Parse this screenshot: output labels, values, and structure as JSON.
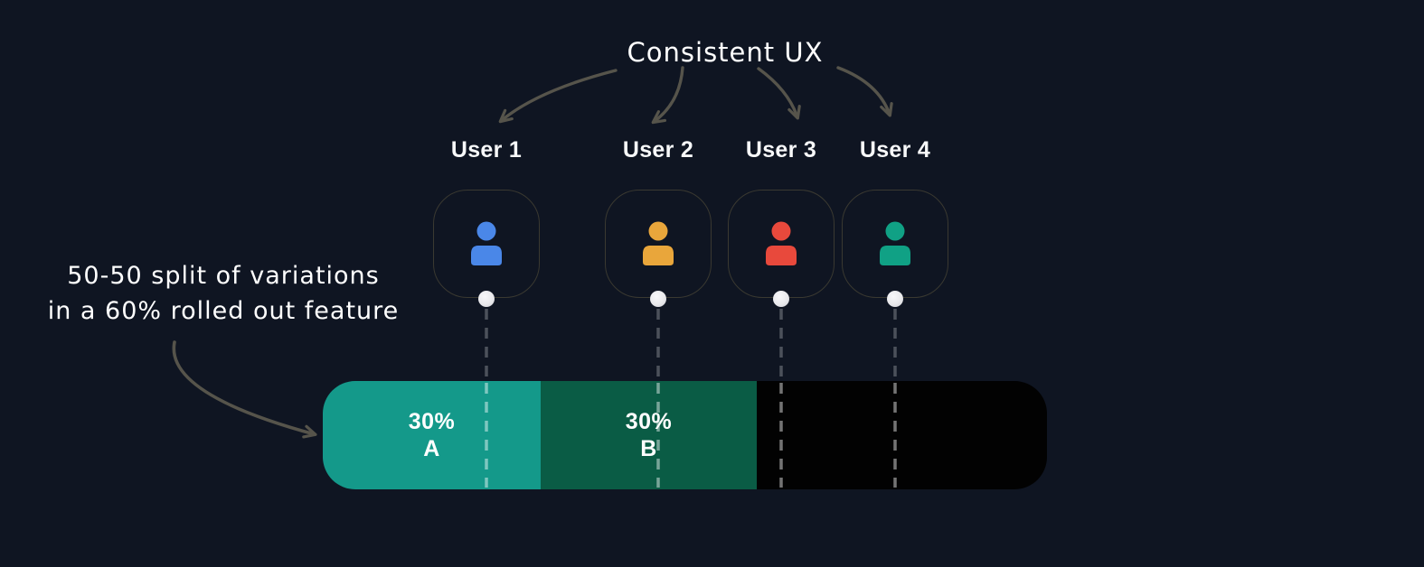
{
  "canvas": {
    "background": "#0F1522"
  },
  "title": {
    "text": "Consistent UX",
    "color": "#FFFFFF"
  },
  "annotation": {
    "line1": "50-50 split of variations",
    "line2": "in a 60% rolled out feature",
    "color": "#FFFFFF"
  },
  "users": [
    {
      "label": "User 1",
      "color": "#4A87E8"
    },
    {
      "label": "User 2",
      "color": "#E9A63B"
    },
    {
      "label": "User 3",
      "color": "#E8493C"
    },
    {
      "label": "User 4",
      "color": "#10A185"
    }
  ],
  "rollout_bar": {
    "segments": [
      {
        "percent_label": "30%",
        "variant_label": "A",
        "color": "#14998A",
        "fraction_percent": 30
      },
      {
        "percent_label": "30%",
        "variant_label": "B",
        "color": "#0A5C45",
        "fraction_percent": 30
      },
      {
        "percent_label": "",
        "variant_label": "",
        "color": "#020202",
        "fraction_percent": 40
      }
    ],
    "text_color": "#FFFFFF"
  },
  "connectors": {
    "arrow_color": "#56544B",
    "dash_color_above_bar": "#4C515B",
    "dash_color_over_bar": "rgba(255,255,255,0.45)",
    "dot_color": "#ECECEF",
    "avatar_border_color": "#3A3931"
  }
}
